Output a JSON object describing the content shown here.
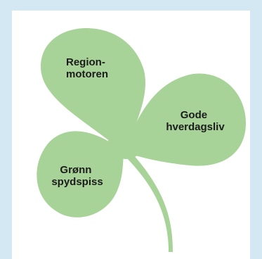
{
  "colors": {
    "background_border": "#d4e8f3",
    "panel": "#ffffff",
    "leaf": "#a8d398",
    "text": "#1c1c1c"
  },
  "leaves": [
    {
      "id": "top",
      "lines": [
        "Region-",
        "motoren"
      ]
    },
    {
      "id": "right",
      "lines": [
        "Gode",
        "hverdagsliv"
      ]
    },
    {
      "id": "left",
      "lines": [
        "Grønn",
        "spydspiss"
      ]
    }
  ]
}
